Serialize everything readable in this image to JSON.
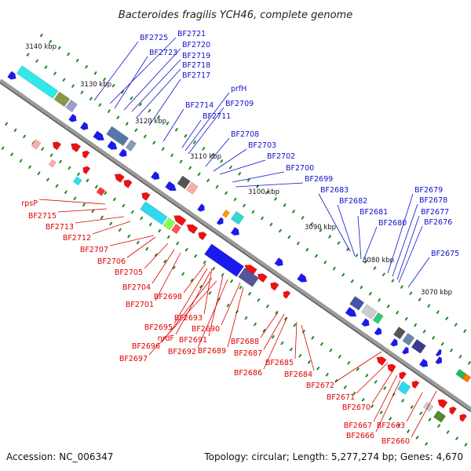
{
  "title": "Bacteroides fragilis YCH46, complete genome",
  "accession": "Accession: NC_006347",
  "summary": "Topology: circular; Length: 5,277,274 bp; Genes: 4,670",
  "colors": {
    "forward_label": "#1010cc",
    "reverse_label": "#dd0000",
    "backbone": "#888888",
    "tick": "#1a8a1a"
  },
  "kbp_markers": [
    "3140 kbp",
    "3130 kbp",
    "3120 kbp",
    "3110 kbp",
    "3100 kbp",
    "3090 kbp",
    "3080 kbp",
    "3070 kbp"
  ],
  "forward_genes": [
    "BF2725",
    "BF2721",
    "BF2720",
    "BF2723",
    "BF2719",
    "BF2718",
    "BF2717",
    "prfH",
    "BF2714",
    "BF2709",
    "BF2711",
    "BF2708",
    "BF2703",
    "BF2702",
    "BF2700",
    "BF2699",
    "BF2683",
    "BF2682",
    "BF2681",
    "BF2680",
    "BF2679",
    "BF2678",
    "BF2677",
    "BF2676",
    "BF2675"
  ],
  "reverse_genes": [
    "rpsP",
    "BF2715",
    "BF2713",
    "BF2712",
    "BF2707",
    "BF2706",
    "BF2705",
    "BF2704",
    "BF2701",
    "BF2698",
    "BF2693",
    "BF2695",
    "nrdF",
    "BF2696",
    "BF2697",
    "BF2691",
    "BF2692",
    "BF2690",
    "BF2689",
    "BF2688",
    "BF2687",
    "BF2686",
    "BF2685",
    "BF2684",
    "BF2672",
    "BF2671",
    "BF2670",
    "BF2667",
    "BF2666",
    "BF2663",
    "BF2660"
  ]
}
